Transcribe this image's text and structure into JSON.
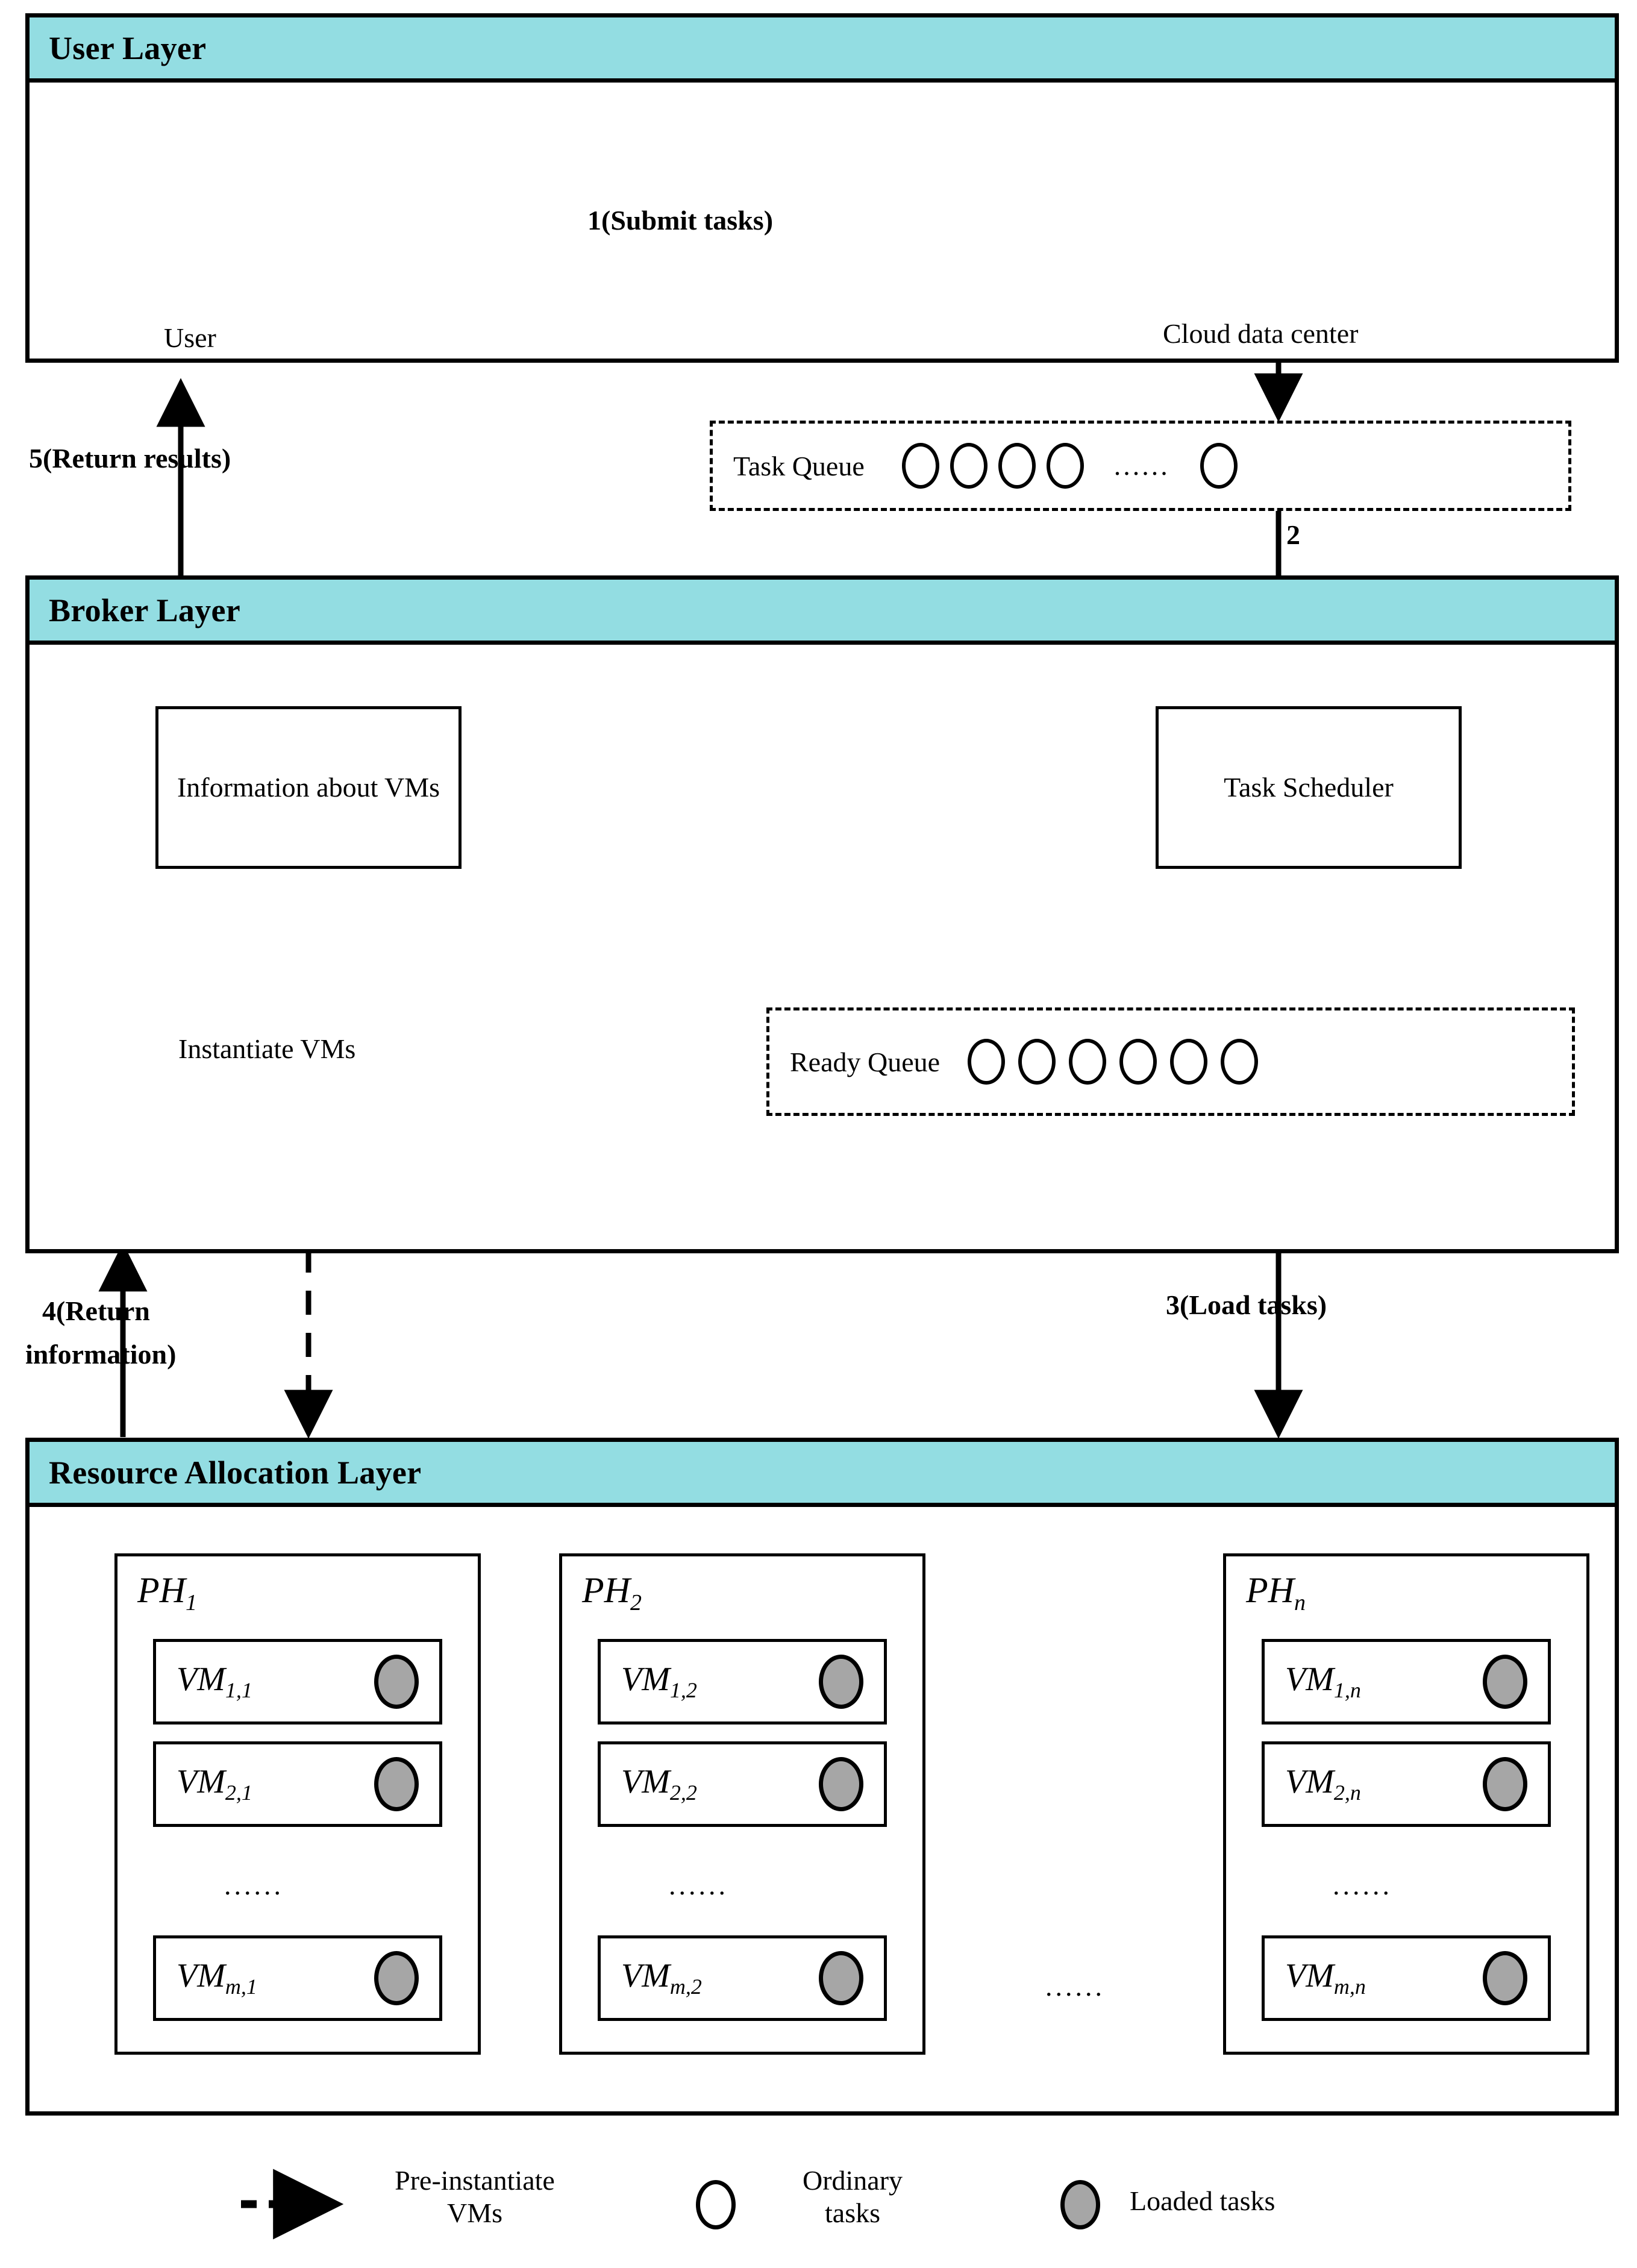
{
  "diagram": {
    "title": "Cloud task scheduling architecture",
    "colors": {
      "layer_header": "#93DDE2",
      "cloud": "#00BCEE",
      "user_outline": "#2C3545",
      "loaded_task_fill": "#A6A6A6",
      "stroke": "#000000"
    }
  },
  "layers": [
    {
      "id": "user",
      "title": "User Layer"
    },
    {
      "id": "broker",
      "title": "Broker Layer"
    },
    {
      "id": "resource",
      "title": "Resource Allocation Layer"
    }
  ],
  "user_layer": {
    "actor_label": "User",
    "cloud_label": "Cloud data center",
    "flow_label": "1(Submit tasks)"
  },
  "task_queue": {
    "label": "Task Queue",
    "circles_before_ellipsis": 4,
    "ellipsis": "......",
    "circles_after_ellipsis": 1,
    "flow_label": "2"
  },
  "broker_layer": {
    "info_box": "Information about VMs",
    "scheduler_box": "Task Scheduler",
    "instantiate_label": "Instantiate VMs",
    "ready_queue": {
      "label": "Ready Queue",
      "circles": 6
    }
  },
  "flows": {
    "return_results": "5(Return results)",
    "return_information": "4(Return\ninformation)",
    "return_information_line1": "4(Return",
    "return_information_line2": "information)",
    "load_tasks": "3(Load tasks)"
  },
  "resource_layer": {
    "ellipsis_between_hosts": "......",
    "hosts": [
      {
        "name": "PH",
        "sub": "1",
        "vm_ellipsis": "......",
        "vms": [
          {
            "name": "VM",
            "sub": "1,1"
          },
          {
            "name": "VM",
            "sub": "2,1"
          },
          {
            "name": "VM",
            "sub": "m,1"
          }
        ]
      },
      {
        "name": "PH",
        "sub": "2",
        "vm_ellipsis": "......",
        "vms": [
          {
            "name": "VM",
            "sub": "1,2"
          },
          {
            "name": "VM",
            "sub": "2,2"
          },
          {
            "name": "VM",
            "sub": "m,2"
          }
        ]
      },
      {
        "name": "PH",
        "sub": "n",
        "vm_ellipsis": "......",
        "vms": [
          {
            "name": "VM",
            "sub": "1,n"
          },
          {
            "name": "VM",
            "sub": "2,n"
          },
          {
            "name": "VM",
            "sub": "m,n"
          }
        ]
      }
    ]
  },
  "legend": {
    "items": [
      {
        "symbol": "dashed-arrow",
        "line1": "Pre-instantiate",
        "line2": "VMs"
      },
      {
        "symbol": "open-circle",
        "line1": "Ordinary",
        "line2": "tasks"
      },
      {
        "symbol": "filled-circle",
        "line1": "Loaded tasks",
        "line2": ""
      }
    ]
  }
}
